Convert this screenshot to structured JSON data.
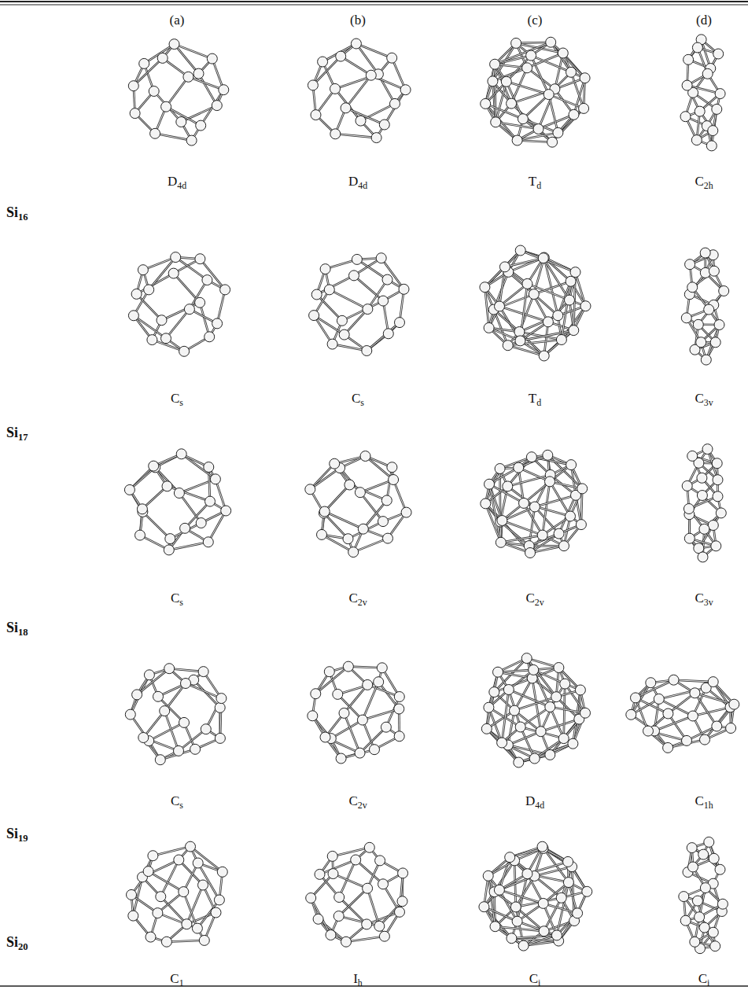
{
  "diagram": {
    "labels": [
      "(a)",
      "(b)",
      "(c)",
      "(d)",
      "Si16",
      "D4d",
      "D4d",
      "Td",
      "C2h",
      "Si17",
      "Cs",
      "Cs",
      "Td",
      "C3v",
      "Si18",
      "Cs",
      "C2v",
      "C2v",
      "C3v",
      "Si19",
      "Cs",
      "C2v",
      "D4d",
      "C1h",
      "Si20",
      "C1",
      "Ih",
      "Ci",
      "Ci"
    ]
  }
}
